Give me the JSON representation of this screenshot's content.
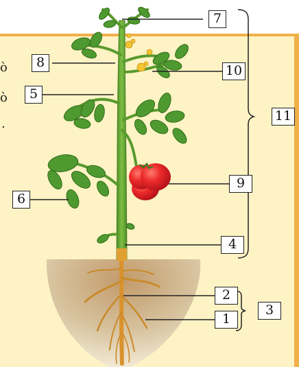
{
  "labels": {
    "l1": "1",
    "l2": "2",
    "l3": "3",
    "l4": "4",
    "l5": "5",
    "l6": "6",
    "l7": "7",
    "l8": "8",
    "l9": "9",
    "l10": "10",
    "l11": "11"
  },
  "cropped_text": {
    "c1": "ò",
    "c2": "ò",
    "c3": "."
  },
  "colors": {
    "background_panel": "#fdf3c4",
    "panel_border": "#f2b04a",
    "stem": "#6fae3a",
    "leaf": "#4f9a30",
    "fruit": "#e8202a",
    "flower": "#f4c430",
    "soil": "#c79a63",
    "root": "#d9922c"
  }
}
